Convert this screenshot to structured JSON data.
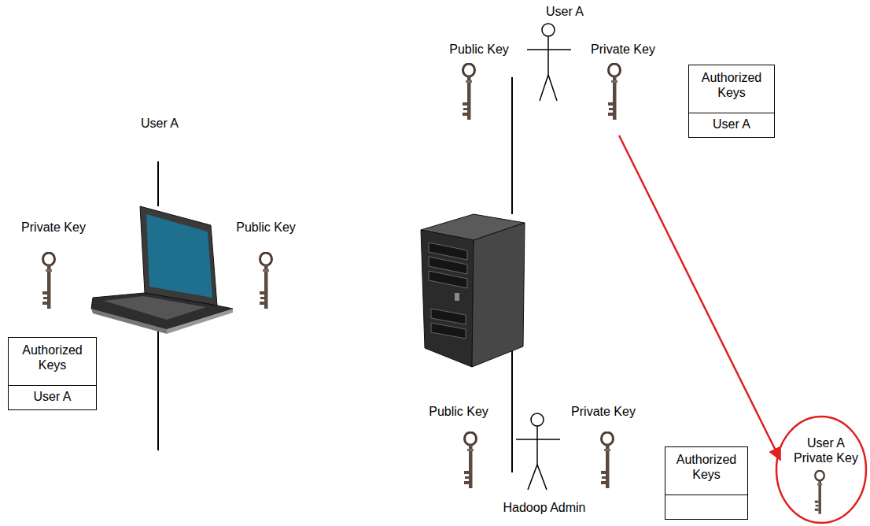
{
  "diagram": {
    "nodes": [
      {
        "text": [
          "Authorized Keys",
          "User A"
        ]
      },
      {
        "text": [
          "Authorized Keys",
          "User A"
        ]
      },
      {
        "text": [
          "Authorized Keys"
        ]
      },
      {
        "text": [
          "User A Private Key"
        ]
      }
    ],
    "labels": [
      "User A",
      "Private Key",
      "Public Key",
      "User A",
      "Public Key",
      "Private Key",
      "Public Key",
      "Private Key",
      "Hadoop Admin"
    ]
  }
}
